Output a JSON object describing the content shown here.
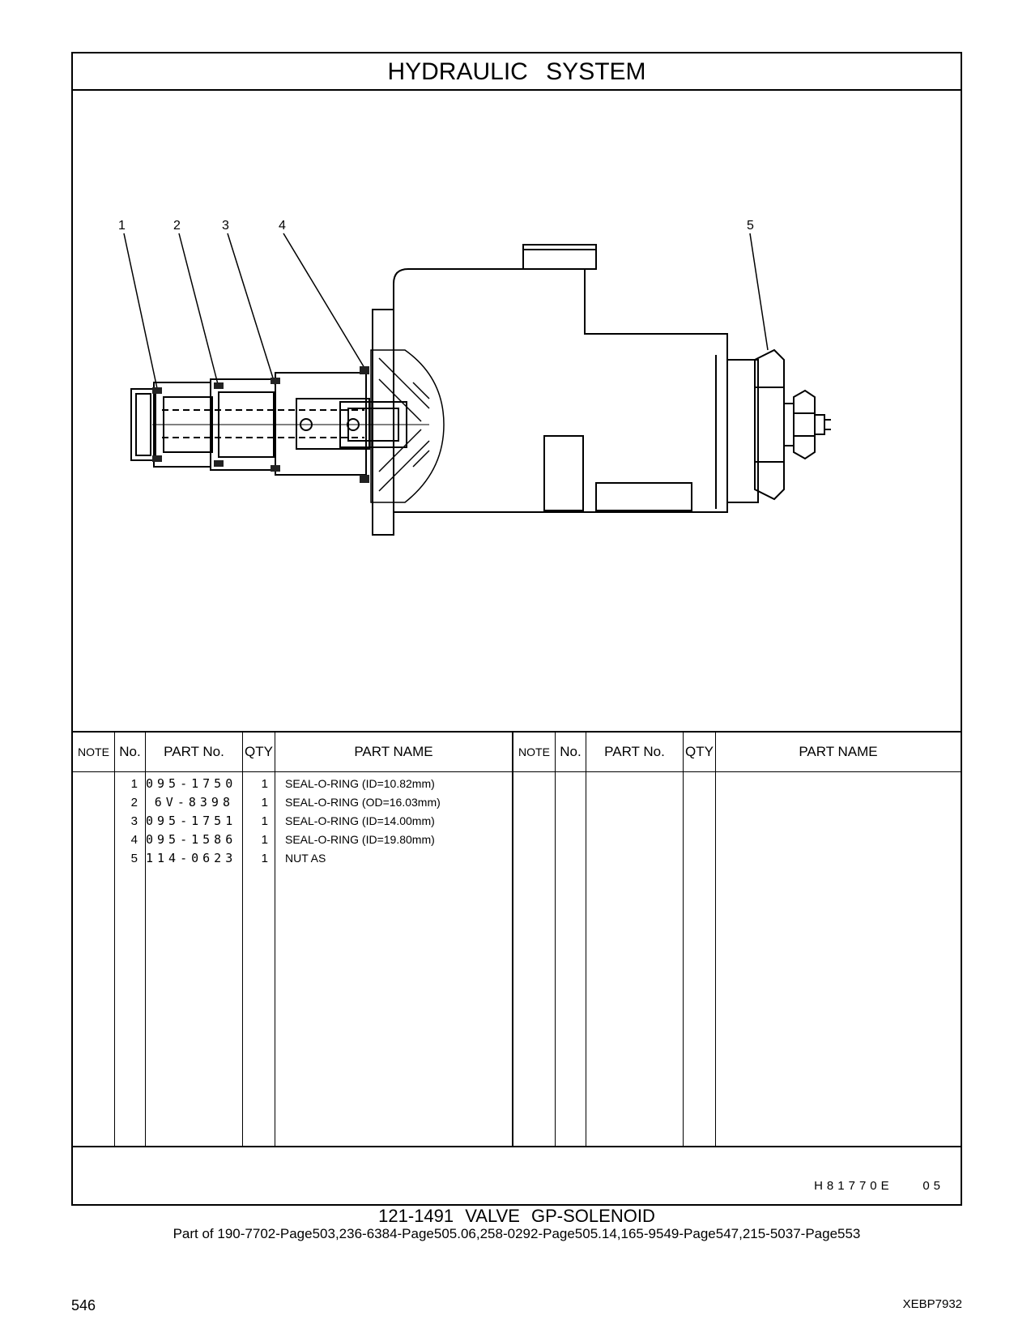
{
  "header": {
    "title": "HYDRAULIC SYSTEM"
  },
  "callouts": [
    "1",
    "2",
    "3",
    "4",
    "5"
  ],
  "table": {
    "headers": {
      "note": "NOTE",
      "no": "No.",
      "part_no": "PART No.",
      "qty": "QTY",
      "part_name": "PART NAME"
    },
    "rows": [
      {
        "no": "1",
        "part_no": "095-1750",
        "qty": "1",
        "part_name": "SEAL-O-RING (ID=10.82mm)"
      },
      {
        "no": "2",
        "part_no": "6V-8398",
        "qty": "1",
        "part_name": "SEAL-O-RING (OD=16.03mm)"
      },
      {
        "no": "3",
        "part_no": "095-1751",
        "qty": "1",
        "part_name": "SEAL-O-RING (ID=14.00mm)"
      },
      {
        "no": "4",
        "part_no": "095-1586",
        "qty": "1",
        "part_name": "SEAL-O-RING (ID=19.80mm)"
      },
      {
        "no": "5",
        "part_no": "114-0623",
        "qty": "1",
        "part_name": "NUT  AS"
      }
    ]
  },
  "drawing_code": "H81770E    05",
  "footer": {
    "assembly_title": "121-1491  VALVE  GP-SOLENOID",
    "assembly_usage": "Part of 190-7702-Page503,236-6384-Page505.06,258-0292-Page505.14,165-9549-Page547,215-5037-Page553",
    "page_number": "546",
    "doc_code": "XEBP7932"
  }
}
